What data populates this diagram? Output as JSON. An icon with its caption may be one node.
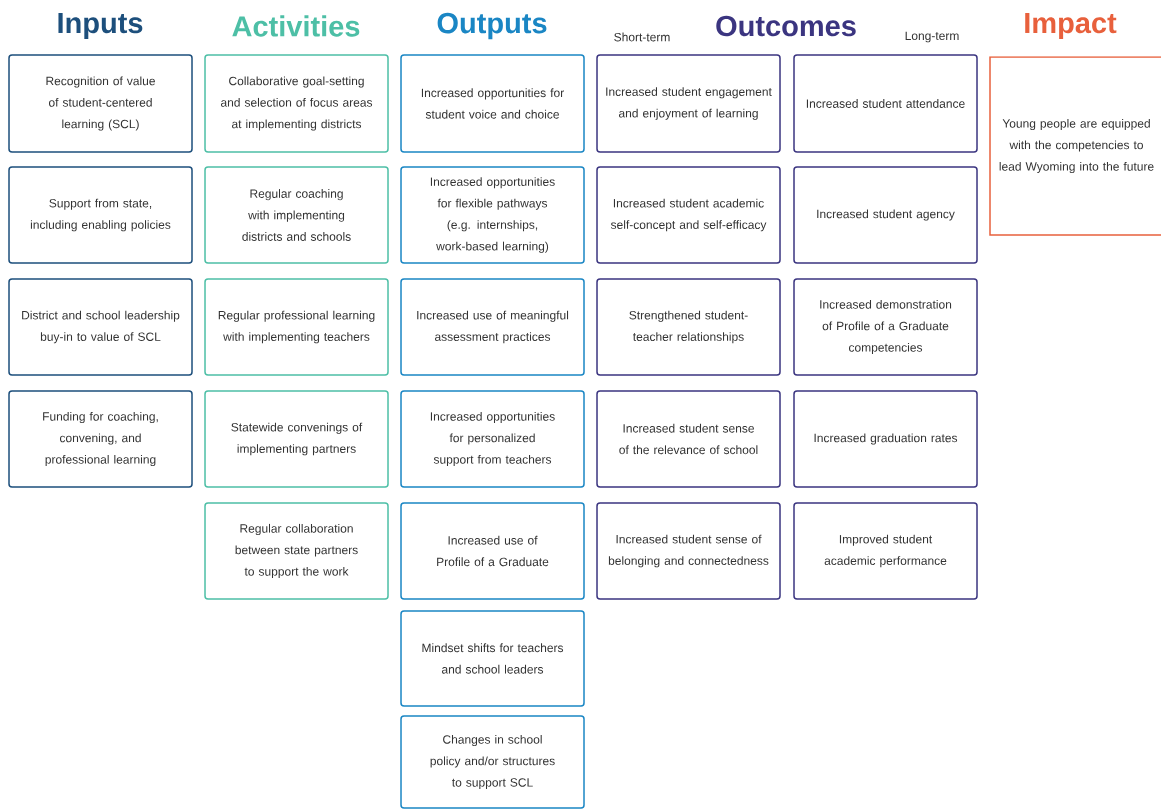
{
  "diagram": {
    "nodes": [
      {
        "text": [
          "Recognition of value of student-centered learning (SCL)"
        ]
      },
      {
        "text": [
          "Support from state, including enabling policies"
        ]
      },
      {
        "text": [
          "District and school leadership buy-in to value of SCL"
        ]
      },
      {
        "text": [
          "Funding for coaching, convening, and professional learning"
        ]
      },
      {
        "text": [
          "Collaborative goal-setting and selection of focus areas at implementing districts"
        ]
      },
      {
        "text": [
          "Regular coaching with implementing districts and schools"
        ]
      },
      {
        "text": [
          "Regular professional learning with implementing teachers"
        ]
      },
      {
        "text": [
          "Statewide convenings of implementing partners"
        ]
      },
      {
        "text": [
          "Regular collaboration between state partners to support the work"
        ]
      },
      {
        "text": [
          "Increased opportunities for student voice and choice"
        ]
      },
      {
        "text": [
          "Increased opportunities for flexible pathways (e.g. internships, work-based learning)"
        ]
      },
      {
        "text": [
          "Increased use of meaningful assessment practices"
        ]
      },
      {
        "text": [
          "Increased opportunities for personalized support from teachers"
        ]
      },
      {
        "text": [
          "Increased use of Profile of a Graduate"
        ]
      },
      {
        "text": [
          "Mindset shifts for teachers and school leaders"
        ]
      },
      {
        "text": [
          "Changes in school policy and/or structures to support SCL"
        ]
      },
      {
        "text": [
          "Increased student engagement and enjoyment of learning"
        ]
      },
      {
        "text": [
          "Increased student academic self-concept and self-efficacy"
        ]
      },
      {
        "text": [
          "Strengthened student-teacher relationships"
        ]
      },
      {
        "text": [
          "Increased student sense of the relevance of school"
        ]
      },
      {
        "text": [
          "Increased student sense of belonging and connectedness"
        ]
      },
      {
        "text": [
          "Increased student attendance"
        ]
      },
      {
        "text": [
          "Increased student agency"
        ]
      },
      {
        "text": [
          "Increased demonstration of Profile of a Graduate competencies"
        ]
      },
      {
        "text": [
          "Increased graduation rates"
        ]
      },
      {
        "text": [
          "Improved student academic performance"
        ]
      },
      {
        "text": [
          "Young people are equipped with the competencies to lead Wyoming into the future"
        ]
      }
    ],
    "labels": [
      "Inputs",
      "Activities",
      "Outputs",
      "Short-term",
      "Outcomes",
      "Long-term",
      "Impact"
    ]
  }
}
